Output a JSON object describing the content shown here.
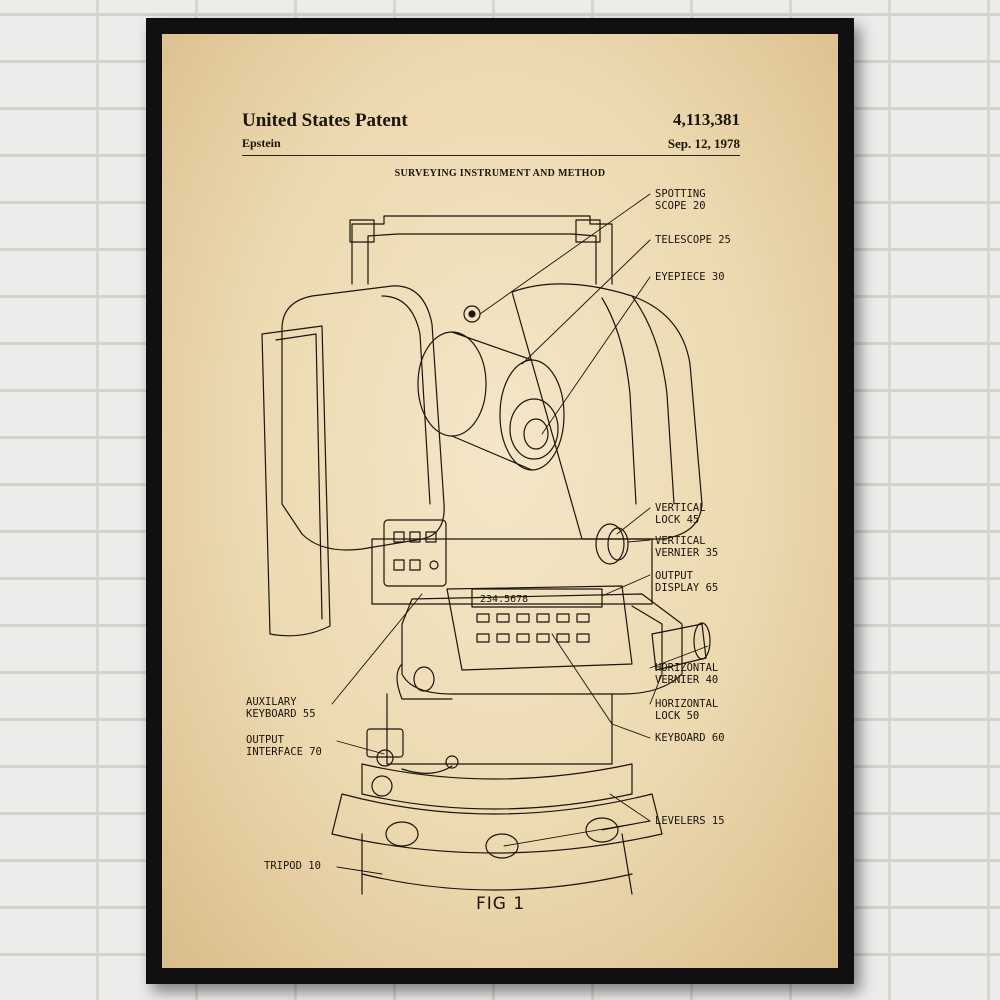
{
  "header": {
    "title": "United States Patent",
    "patent_number": "4,113,381",
    "inventor": "Epstein",
    "date": "Sep. 12, 1978",
    "subtitle": "SURVEYING INSTRUMENT AND METHOD"
  },
  "labels": {
    "spotting_scope": [
      "SPOTTING",
      "SCOPE 20"
    ],
    "telescope": "TELESCOPE 25",
    "eyepiece": "EYEPIECE 30",
    "vertical_lock": [
      "VERTICAL",
      "LOCK 45"
    ],
    "vertical_vernier": [
      "VERTICAL",
      "VERNIER 35"
    ],
    "output_display": [
      "OUTPUT",
      "DISPLAY 65"
    ],
    "horizontal_vernier": [
      "HORIZONTAL",
      "VERNIER 40"
    ],
    "horizontal_lock": [
      "HORIZONTAL",
      "LOCK 50"
    ],
    "keyboard": "KEYBOARD 60",
    "levelers": "LEVELERS 15",
    "auxiliary_keyboard": [
      "AUXILARY",
      "KEYBOARD 55"
    ],
    "output_interface": [
      "OUTPUT",
      "INTERFACE 70"
    ],
    "tripod": "TRIPOD 10"
  },
  "display_value": "234.5678",
  "figure_label": "FIG 1",
  "colors": {
    "paper": "#ecd9b0",
    "ink": "#1b140c",
    "frame": "#101010",
    "wall": "#ececea"
  }
}
